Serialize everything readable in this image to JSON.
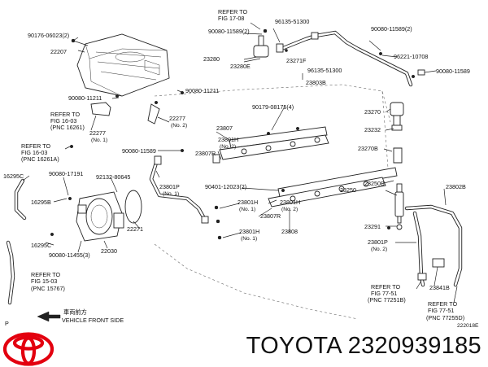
{
  "diagram": {
    "labels": {
      "l_90176_06023": "90176-06023(2)",
      "l_22207": "22207",
      "l_refer_17_08_a": "REFER TO",
      "l_refer_17_08_b": "FIG 17-08",
      "l_96135_51300_top": "96135-51300",
      "l_90080_11589_top": "90080-11589(2)",
      "l_90080_11589_right": "90080-11589(2)",
      "l_23280": "23280",
      "l_23280e": "23280E",
      "l_23271f": "23271F",
      "l_96221_10708": "96221-10708",
      "l_96135_51300_mid": "96135-51300",
      "l_90080_11589_far": "90080-11589",
      "l_23803b": "23803B",
      "l_90080_11211_left": "90080-11211",
      "l_90080_11211_right": "90080-11211",
      "l_refer_16_03_a1": "REFER TO",
      "l_refer_16_03_a2": "FIG 16-03",
      "l_pnc_16261": "(PNC 16261)",
      "l_22277_top": "22277",
      "l_22277_top_no": "(No. 2)",
      "l_22277_mid": "22277",
      "l_22277_mid_no": "(No. 1)",
      "l_90179_08175": "90179-08175(4)",
      "l_23270": "23270",
      "l_23807": "23807",
      "l_23801h_1": "23801H",
      "l_23801h_1_no": "(No. 2)",
      "l_23232": "23232",
      "l_refer_16_03_b1": "REFER TO",
      "l_refer_16_03_b2": "FIG 16-03",
      "l_pnc_16261a": "(PNC 16261A)",
      "l_90080_11589_mid": "90080-11589",
      "l_23807r_1": "23807R",
      "l_23270b": "23270B",
      "l_16295c_top": "16295C",
      "l_90080_17191": "90080-17191",
      "l_92132_80645": "92132-80645",
      "l_23801p_1": "23801P",
      "l_23801p_1_no": "(No. 1)",
      "l_23250b": "23250B",
      "l_23802b": "23802B",
      "l_16295b": "16295B",
      "l_90401_12023": "90401-12023(2)",
      "l_23801h_2": "23801H",
      "l_23801h_2_no": "(No. 1)",
      "l_23801h_3": "23801H",
      "l_23801h_3_no": "(No. 2)",
      "l_23250": "23250",
      "l_22271": "22271",
      "l_23807r_2": "23807R",
      "l_23291": "23291",
      "l_16295c_bot": "16295C",
      "l_90080_11455": "90080-11455(3)",
      "l_23801h_4": "23801H",
      "l_23801h_4_no": "(No. 1)",
      "l_23808": "23808",
      "l_23801p_2": "23801P",
      "l_23801p_2_no": "(No. 2)",
      "l_22030": "22030",
      "l_refer_15_03_a": "REFER TO",
      "l_refer_15_03_b": "FIG 15-03",
      "l_pnc_15767": "(PNC 15767)",
      "l_23841b": "23841B",
      "l_refer_77_51_a1": "REFER TO",
      "l_refer_77_51_a2": "FIG 77-51",
      "l_pnc_77251b": "(PNC 77251B)",
      "l_refer_77_51_b1": "REFER TO",
      "l_refer_77_51_b2": "FIG 77-51",
      "l_pnc_77255d": "(PNC 77255D)",
      "l_front_jp": "車両前方",
      "l_front_en": "VEHICLE FRONT SIDE",
      "l_p": "P",
      "l_code": "222018E"
    }
  },
  "footer": {
    "brand": "TOYOTA",
    "part_number": "2320939185",
    "logo_color": "#e3000f"
  }
}
